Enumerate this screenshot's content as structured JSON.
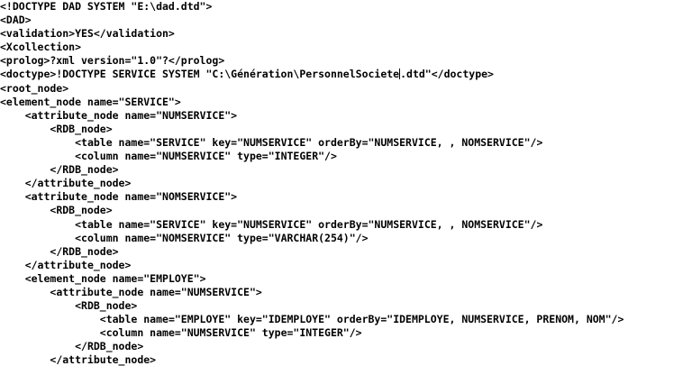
{
  "lines": [
    {
      "indent": "",
      "text": "<!DOCTYPE DAD SYSTEM \"E:\\dad.dtd\">"
    },
    {
      "indent": "",
      "text": "<DAD>"
    },
    {
      "indent": "",
      "text": "<validation>YES</validation>"
    },
    {
      "indent": "",
      "text": "<Xcollection>"
    },
    {
      "indent": "",
      "text": "<prolog>?xml version=\"1.0\"?</prolog>"
    },
    {
      "indent": "",
      "text": "<doctype>!DOCTYPE SERVICE SYSTEM \"C:\\Génération\\PersonnelSociete",
      "caret": true,
      "after": ".dtd\"</doctype>"
    },
    {
      "indent": "",
      "text": "<root_node>"
    },
    {
      "indent": "",
      "text": "<element_node name=\"SERVICE\">"
    },
    {
      "indent": "    ",
      "text": "<attribute_node name=\"NUMSERVICE\">"
    },
    {
      "indent": "        ",
      "text": "<RDB_node>"
    },
    {
      "indent": "            ",
      "text": "<table name=\"SERVICE\" key=\"NUMSERVICE\" orderBy=\"NUMSERVICE, , NOMSERVICE\"/>"
    },
    {
      "indent": "            ",
      "text": "<column name=\"NUMSERVICE\" type=\"INTEGER\"/>"
    },
    {
      "indent": "        ",
      "text": "</RDB_node>"
    },
    {
      "indent": "    ",
      "text": "</attribute_node>"
    },
    {
      "indent": "    ",
      "text": "<attribute_node name=\"NOMSERVICE\">"
    },
    {
      "indent": "        ",
      "text": "<RDB_node>"
    },
    {
      "indent": "            ",
      "text": "<table name=\"SERVICE\" key=\"NUMSERVICE\" orderBy=\"NUMSERVICE, , NOMSERVICE\"/>"
    },
    {
      "indent": "            ",
      "text": "<column name=\"NOMSERVICE\" type=\"VARCHAR(254)\"/>"
    },
    {
      "indent": "        ",
      "text": "</RDB_node>"
    },
    {
      "indent": "    ",
      "text": "</attribute_node>"
    },
    {
      "indent": "    ",
      "text": "<element_node name=\"EMPLOYE\">"
    },
    {
      "indent": "        ",
      "text": "<attribute_node name=\"NUMSERVICE\">"
    },
    {
      "indent": "            ",
      "text": "<RDB_node>"
    },
    {
      "indent": "                ",
      "text": "<table name=\"EMPLOYE\" key=\"IDEMPLOYE\" orderBy=\"IDEMPLOYE, NUMSERVICE, PRENOM, NOM\"/>"
    },
    {
      "indent": "                ",
      "text": "<column name=\"NUMSERVICE\" type=\"INTEGER\"/>"
    },
    {
      "indent": "            ",
      "text": "</RDB_node>"
    },
    {
      "indent": "        ",
      "text": "</attribute_node>"
    }
  ]
}
